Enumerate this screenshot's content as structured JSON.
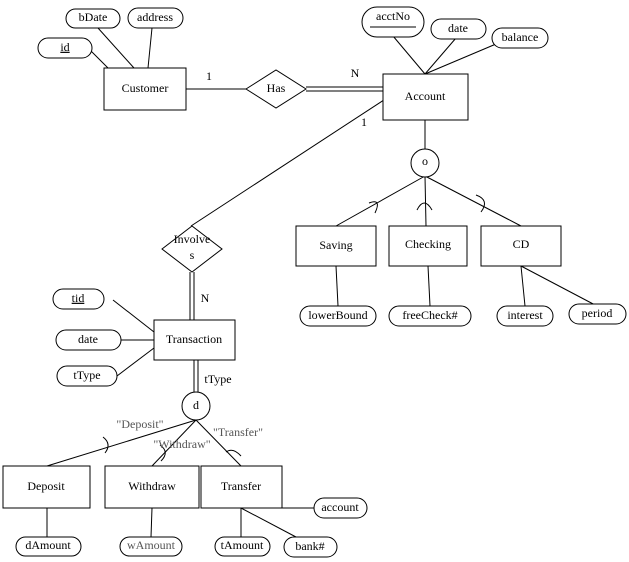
{
  "entities": {
    "customer": "Customer",
    "account": "Account",
    "transaction": "Transaction",
    "saving": "Saving",
    "checking": "Checking",
    "cd": "CD",
    "deposit": "Deposit",
    "withdraw": "Withdraw",
    "transfer": "Transfer"
  },
  "relationships": {
    "has": "Has",
    "involves_line1": "Involve",
    "involves_line2": "s"
  },
  "attributes": {
    "bdate": "bDate",
    "address": "address",
    "id": "id",
    "acctno": "acctNo",
    "acct_date": "date",
    "balance": "balance",
    "tid": "tid",
    "trans_date": "date",
    "ttype": "tType",
    "lowerbound": "lowerBound",
    "freecheck": "freeCheck#",
    "interest": "interest",
    "period": "period",
    "damount": "dAmount",
    "wamount": "wAmount",
    "tamount": "tAmount",
    "bank": "bank#",
    "account_attr": "account"
  },
  "specializations": {
    "account_circle": "o",
    "transaction_circle": "d",
    "discriminator": "tType"
  },
  "cardinalities": {
    "customer_has": "1",
    "has_account": "N",
    "account_involves": "1",
    "involves_transaction": "N"
  },
  "conditions": {
    "deposit": "\"Deposit\"",
    "withdraw": "\"Withdraw\"",
    "transfer": "\"Transfer\""
  }
}
